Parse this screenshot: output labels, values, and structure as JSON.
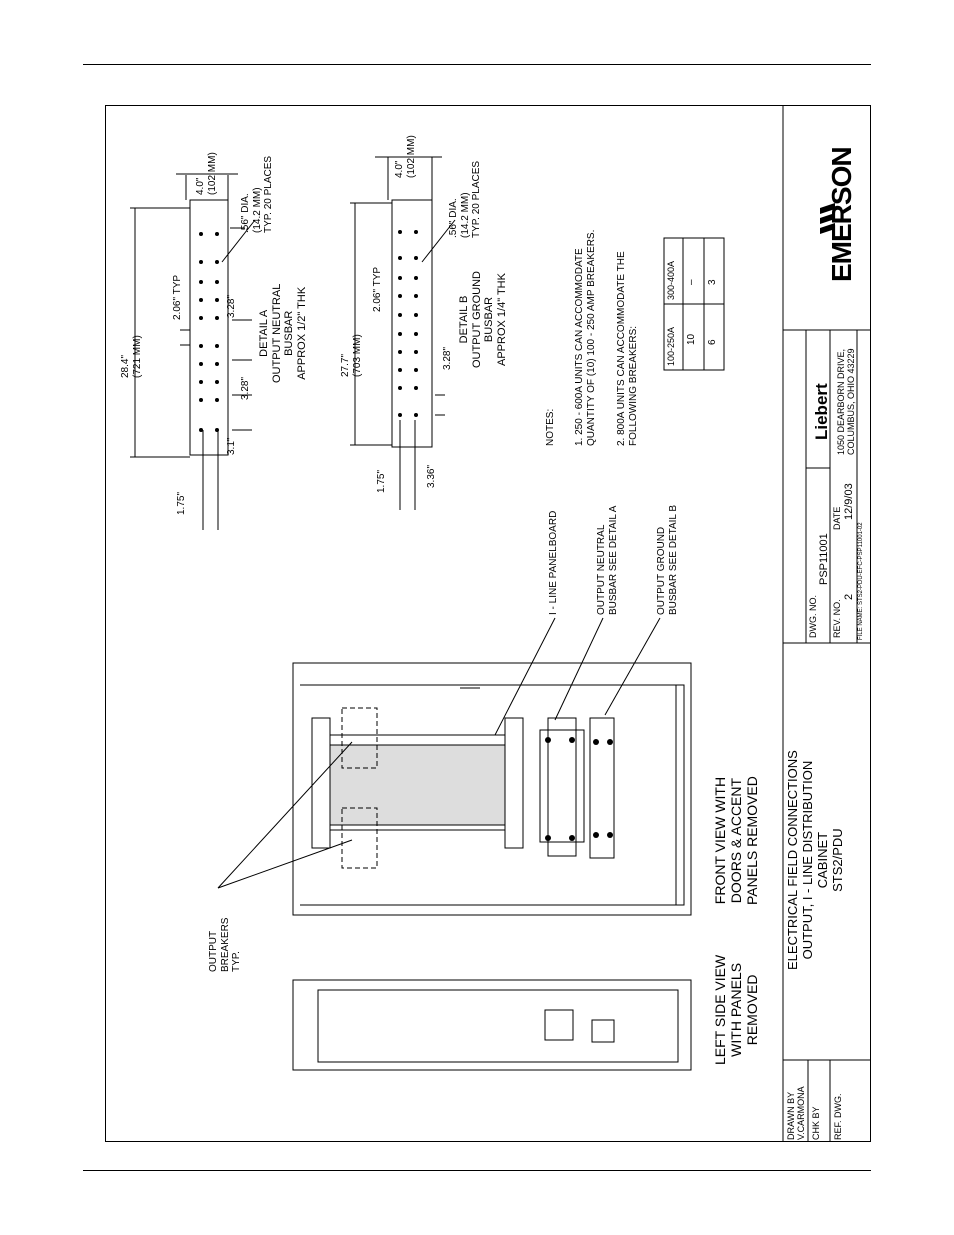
{
  "detail_a": {
    "overall_length": "28.4\"",
    "overall_length_mm": "(721 MM)",
    "width": "4.0\"",
    "width_mm": "(102 MM)",
    "hole_dia": ".56\" DIA.",
    "hole_dia_mm": "(14.2 MM)",
    "hole_count": "TYP. 20 PLACES",
    "pitch": "2.06\" TYP",
    "gap_1": "3.28\"",
    "gap_2": "3.28\"",
    "end_offset": "3.1\"",
    "edge_offset": "1.75\"",
    "title": "DETAIL A",
    "name_1": "OUTPUT NEUTRAL",
    "name_2": "BUSBAR",
    "thickness": "APPROX 1/2\" THK"
  },
  "detail_b": {
    "overall_length": "27.7\"",
    "overall_length_mm": "(703 MM)",
    "width": "4.0\"",
    "width_mm": "(102 MM)",
    "hole_dia": ".56\" DIA.",
    "hole_dia_mm": "(14.2 MM)",
    "hole_count": "TYP. 20 PLACES",
    "pitch": "2.06\" TYP",
    "gap": "3.28\"",
    "end_offset": "3.36\"",
    "edge_offset": "1.75\"",
    "title": "DETAIL B",
    "name_1": "OUTPUT GROUND",
    "name_2": "BUSBAR",
    "thickness": "APPROX 1/4\" THK"
  },
  "notes": {
    "heading": "NOTES:",
    "note1_line1": "1. 250 - 600A UNITS CAN ACCOMMODATE",
    "note1_line2": "QUANTITY OF (10) 100 - 250 AMP BREAKERS.",
    "note2_line1": "2. 800A UNITS CAN ACCOMMODATE THE",
    "note2_line2": "FOLLOWING BREAKERS:"
  },
  "breaker_table": {
    "headers": [
      "100-250A",
      "300-400A"
    ],
    "values": [
      "10",
      "6"
    ],
    "values_b": [
      "–",
      "3"
    ]
  },
  "callouts": {
    "panelboard": "I - LINE PANELBOARD",
    "neutral_1": "OUTPUT NEUTRAL",
    "neutral_2": "BUSBAR SEE DETAIL A",
    "ground_1": "OUTPUT GROUND",
    "ground_2": "BUSBAR SEE DETAIL B",
    "breakers_1": "OUTPUT",
    "breakers_2": "BREAKERS",
    "breakers_3": "TYP."
  },
  "views": {
    "front_1": "FRONT VIEW WITH",
    "front_2": "DOORS & ACCENT",
    "front_3": "PANELS REMOVED",
    "side_1": "LEFT SIDE VIEW",
    "side_2": "WITH PANELS",
    "side_3": "REMOVED"
  },
  "title_block": {
    "title_1": "ELECTRICAL FIELD CONNECTIONS",
    "title_2": "OUTPUT, I - LINE DISTRIBUTION",
    "title_3": "CABINET",
    "title_4": "STS2/PDU",
    "dwg_no_label": "DWG. NO.",
    "dwg_no": "PSP11001",
    "rev_label": "REV. NO.",
    "rev": "2",
    "date_label": "DATE",
    "date": "12/9/03",
    "filename": "FILE NAME:   STS2-PDU-EFC-PSP11001-02",
    "address_1": "1050 DEARBORN DRIVE,",
    "address_2": "COLUMBUS, OHIO 43229",
    "liebert": "Liebert",
    "emerson": "EMERSON",
    "drawn_by_label": "DRAWN BY",
    "drawn_by": "V.CARMONA",
    "chk_by_label": "CHK BY",
    "ref_dwg_label": "REF. DWG."
  }
}
